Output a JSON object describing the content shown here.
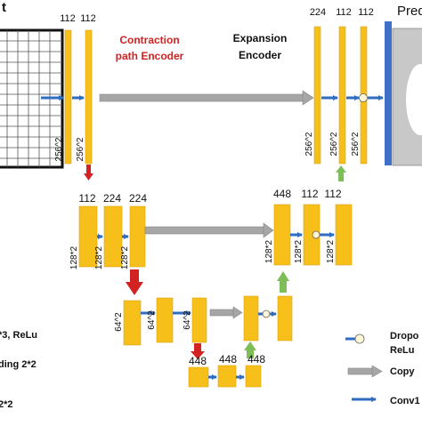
{
  "colors": {
    "block": "#F6BF1A",
    "block_edge": "#DDA40F",
    "arrow_conv": "#2E6DC0",
    "arrow_copy": "#A6A6A6",
    "arrow_pool": "#D32222",
    "arrow_up": "#7DBE58",
    "title_red": "#D32222",
    "output_bar": "#3F6FC6"
  },
  "header": {
    "input_fragment": "t",
    "contraction_title": [
      "Contraction",
      "path Encoder"
    ],
    "expansion_title": [
      "Expansion",
      "Encoder"
    ],
    "prediction_fragment": "Pred"
  },
  "channels": {
    "enc1": [
      "112",
      "112"
    ],
    "dec1": [
      "224",
      "112",
      "112"
    ],
    "enc2": [
      "112",
      "224",
      "224"
    ],
    "dec2": [
      "448",
      "112",
      "112"
    ],
    "bottleneck": [
      "448",
      "448",
      "448"
    ]
  },
  "sizes": {
    "level1": "256^2",
    "level2": "128*2",
    "level3": "64^2"
  },
  "legend": {
    "left": [
      "*3, ReLu",
      "ding 2*2",
      "2*2"
    ],
    "right": [
      "Dropo",
      "ReLu",
      "Copy",
      "Conv1"
    ]
  }
}
